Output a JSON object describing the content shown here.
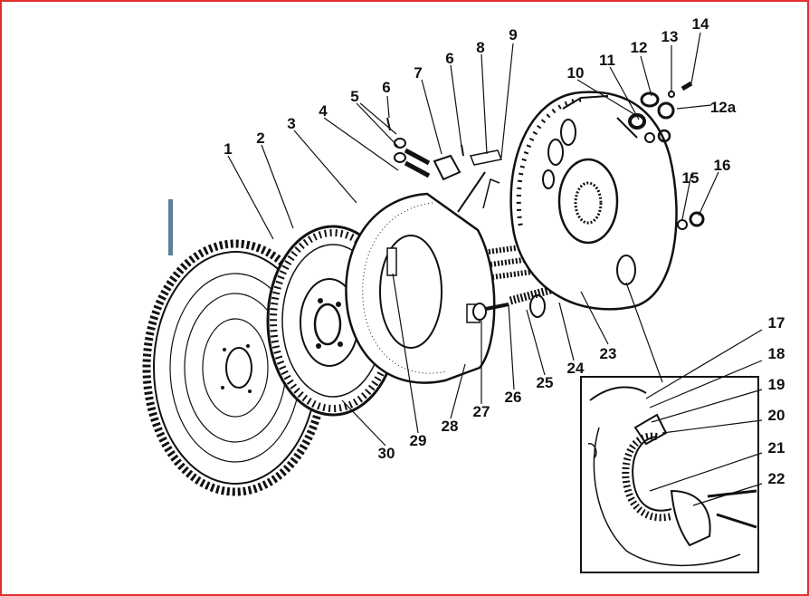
{
  "diagram": {
    "colors": {
      "border": "#e0312f",
      "ink": "#111111",
      "marker": "#5e7f95",
      "background": "#ffffff"
    },
    "labels": {
      "p1": "1",
      "p2": "2",
      "p3": "3",
      "p4": "4",
      "p5": "5",
      "p6a": "6",
      "p6b": "6",
      "p7": "7",
      "p8": "8",
      "p9": "9",
      "p10": "10",
      "p11": "11",
      "p12": "12",
      "p12a": "12a",
      "p13": "13",
      "p14": "14",
      "p15": "15",
      "p16": "16",
      "p17": "17",
      "p18": "18",
      "p19": "19",
      "p20": "20",
      "p21": "21",
      "p22": "22",
      "p23": "23",
      "p24": "24",
      "p25": "25",
      "p26": "26",
      "p27": "27",
      "p28": "28",
      "p29": "29",
      "p30": "30"
    }
  }
}
